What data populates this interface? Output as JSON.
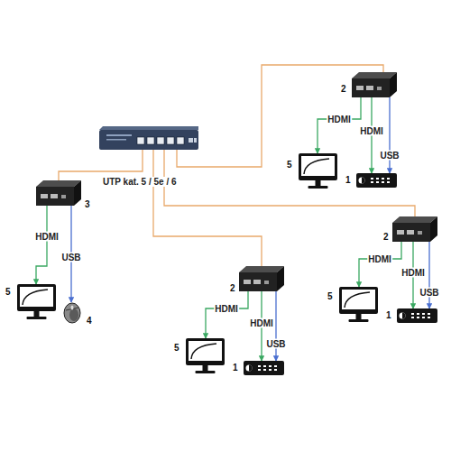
{
  "diagram": {
    "nodes": [
      {
        "text": []
      },
      {
        "text": [
          "2"
        ]
      },
      {
        "text": [
          "5"
        ]
      },
      {
        "text": [
          "1"
        ]
      },
      {
        "text": [
          "3"
        ]
      },
      {
        "text": [
          "5"
        ]
      },
      {
        "text": [
          "4"
        ]
      },
      {
        "text": [
          "2"
        ]
      },
      {
        "text": [
          "5"
        ]
      },
      {
        "text": [
          "1"
        ]
      },
      {
        "text": [
          "2"
        ]
      },
      {
        "text": [
          "5"
        ]
      },
      {
        "text": [
          "1"
        ]
      }
    ],
    "edges": [
      {
        "from": 0,
        "to": 1,
        "arrow": "none"
      },
      {
        "from": 0,
        "to": 4,
        "arrow": "none"
      },
      {
        "from": 0,
        "to": 7,
        "arrow": "none"
      },
      {
        "from": 0,
        "to": 10,
        "arrow": "none"
      },
      {
        "from": 1,
        "to": 2,
        "label": "HDMI",
        "arrow": "to"
      },
      {
        "from": 1,
        "to": 3,
        "label": "HDMI",
        "arrow": "to"
      },
      {
        "from": 1,
        "to": 3,
        "label": "USB",
        "arrow": "to"
      },
      {
        "from": 4,
        "to": 5,
        "label": "HDMI",
        "arrow": "to"
      },
      {
        "from": 4,
        "to": 6,
        "label": "USB",
        "arrow": "to"
      },
      {
        "from": 7,
        "to": 8,
        "label": "HDMI",
        "arrow": "to"
      },
      {
        "from": 7,
        "to": 9,
        "label": "HDMI",
        "arrow": "to"
      },
      {
        "from": 7,
        "to": 9,
        "label": "USB",
        "arrow": "to"
      },
      {
        "from": 10,
        "to": 11,
        "label": "HDMI",
        "arrow": "to"
      },
      {
        "from": 10,
        "to": 12,
        "label": "HDMI",
        "arrow": "to"
      },
      {
        "from": 10,
        "to": 12,
        "label": "USB",
        "arrow": "to"
      }
    ],
    "labels": [
      "UTP kat. 5 / 5e / 6"
    ]
  }
}
